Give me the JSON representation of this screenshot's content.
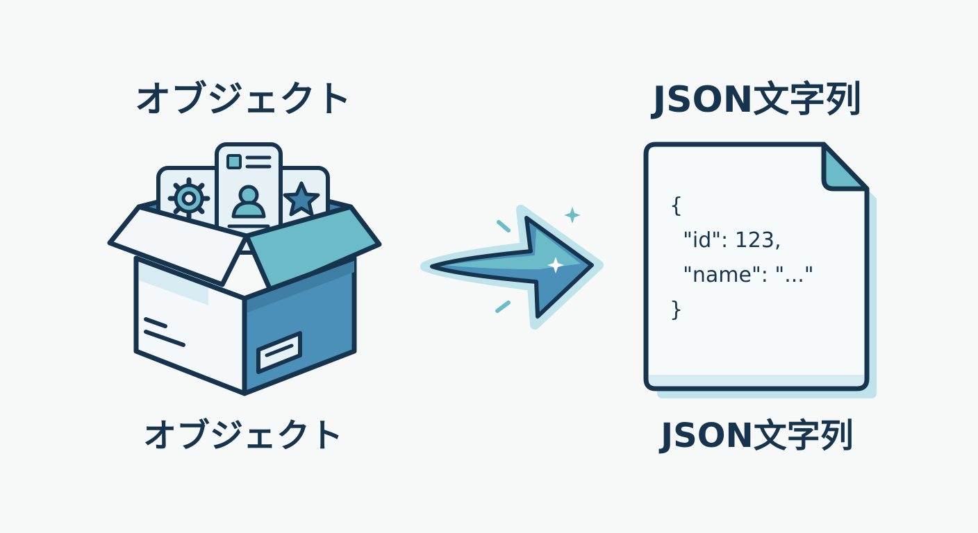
{
  "left": {
    "title": "オブジェクト",
    "caption": "オブジェクト",
    "icon": "open-box-icon",
    "card_icons": [
      "gear-icon",
      "user-profile-icon",
      "star-icon"
    ]
  },
  "arrow": {
    "icon": "right-arrow-icon"
  },
  "right": {
    "title": "JSON文字列",
    "caption": "JSON文字列",
    "icon": "document-icon",
    "code_lines": [
      "{",
      "  \"id\": 123,",
      "  \"name\": \"...\"",
      "}"
    ]
  },
  "colors": {
    "outline": "#17344f",
    "teal": "#6bbcc8",
    "blue": "#4a90b8",
    "light": "#e8f2f6",
    "background": "#f7f8f8"
  }
}
